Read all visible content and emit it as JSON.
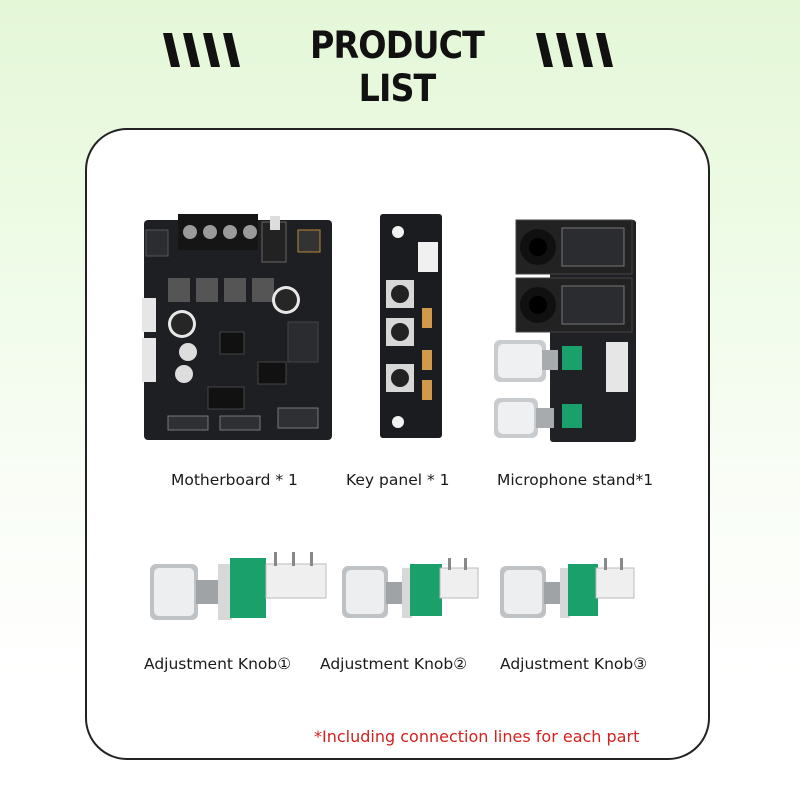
{
  "header": {
    "title": "PRODUCT LIST"
  },
  "products": [
    {
      "label": "Motherboard * 1"
    },
    {
      "label": "Key panel * 1"
    },
    {
      "label": "Microphone stand*1"
    },
    {
      "label": "Adjustment Knob①"
    },
    {
      "label": "Adjustment Knob②"
    },
    {
      "label": "Adjustment Knob③"
    }
  ],
  "footer_note": "*Including connection lines for each part",
  "colors": {
    "accent_text": "#d3221f",
    "pcb": "#1d1f22",
    "pot_green": "#1aa06a",
    "frame": "#222222"
  }
}
